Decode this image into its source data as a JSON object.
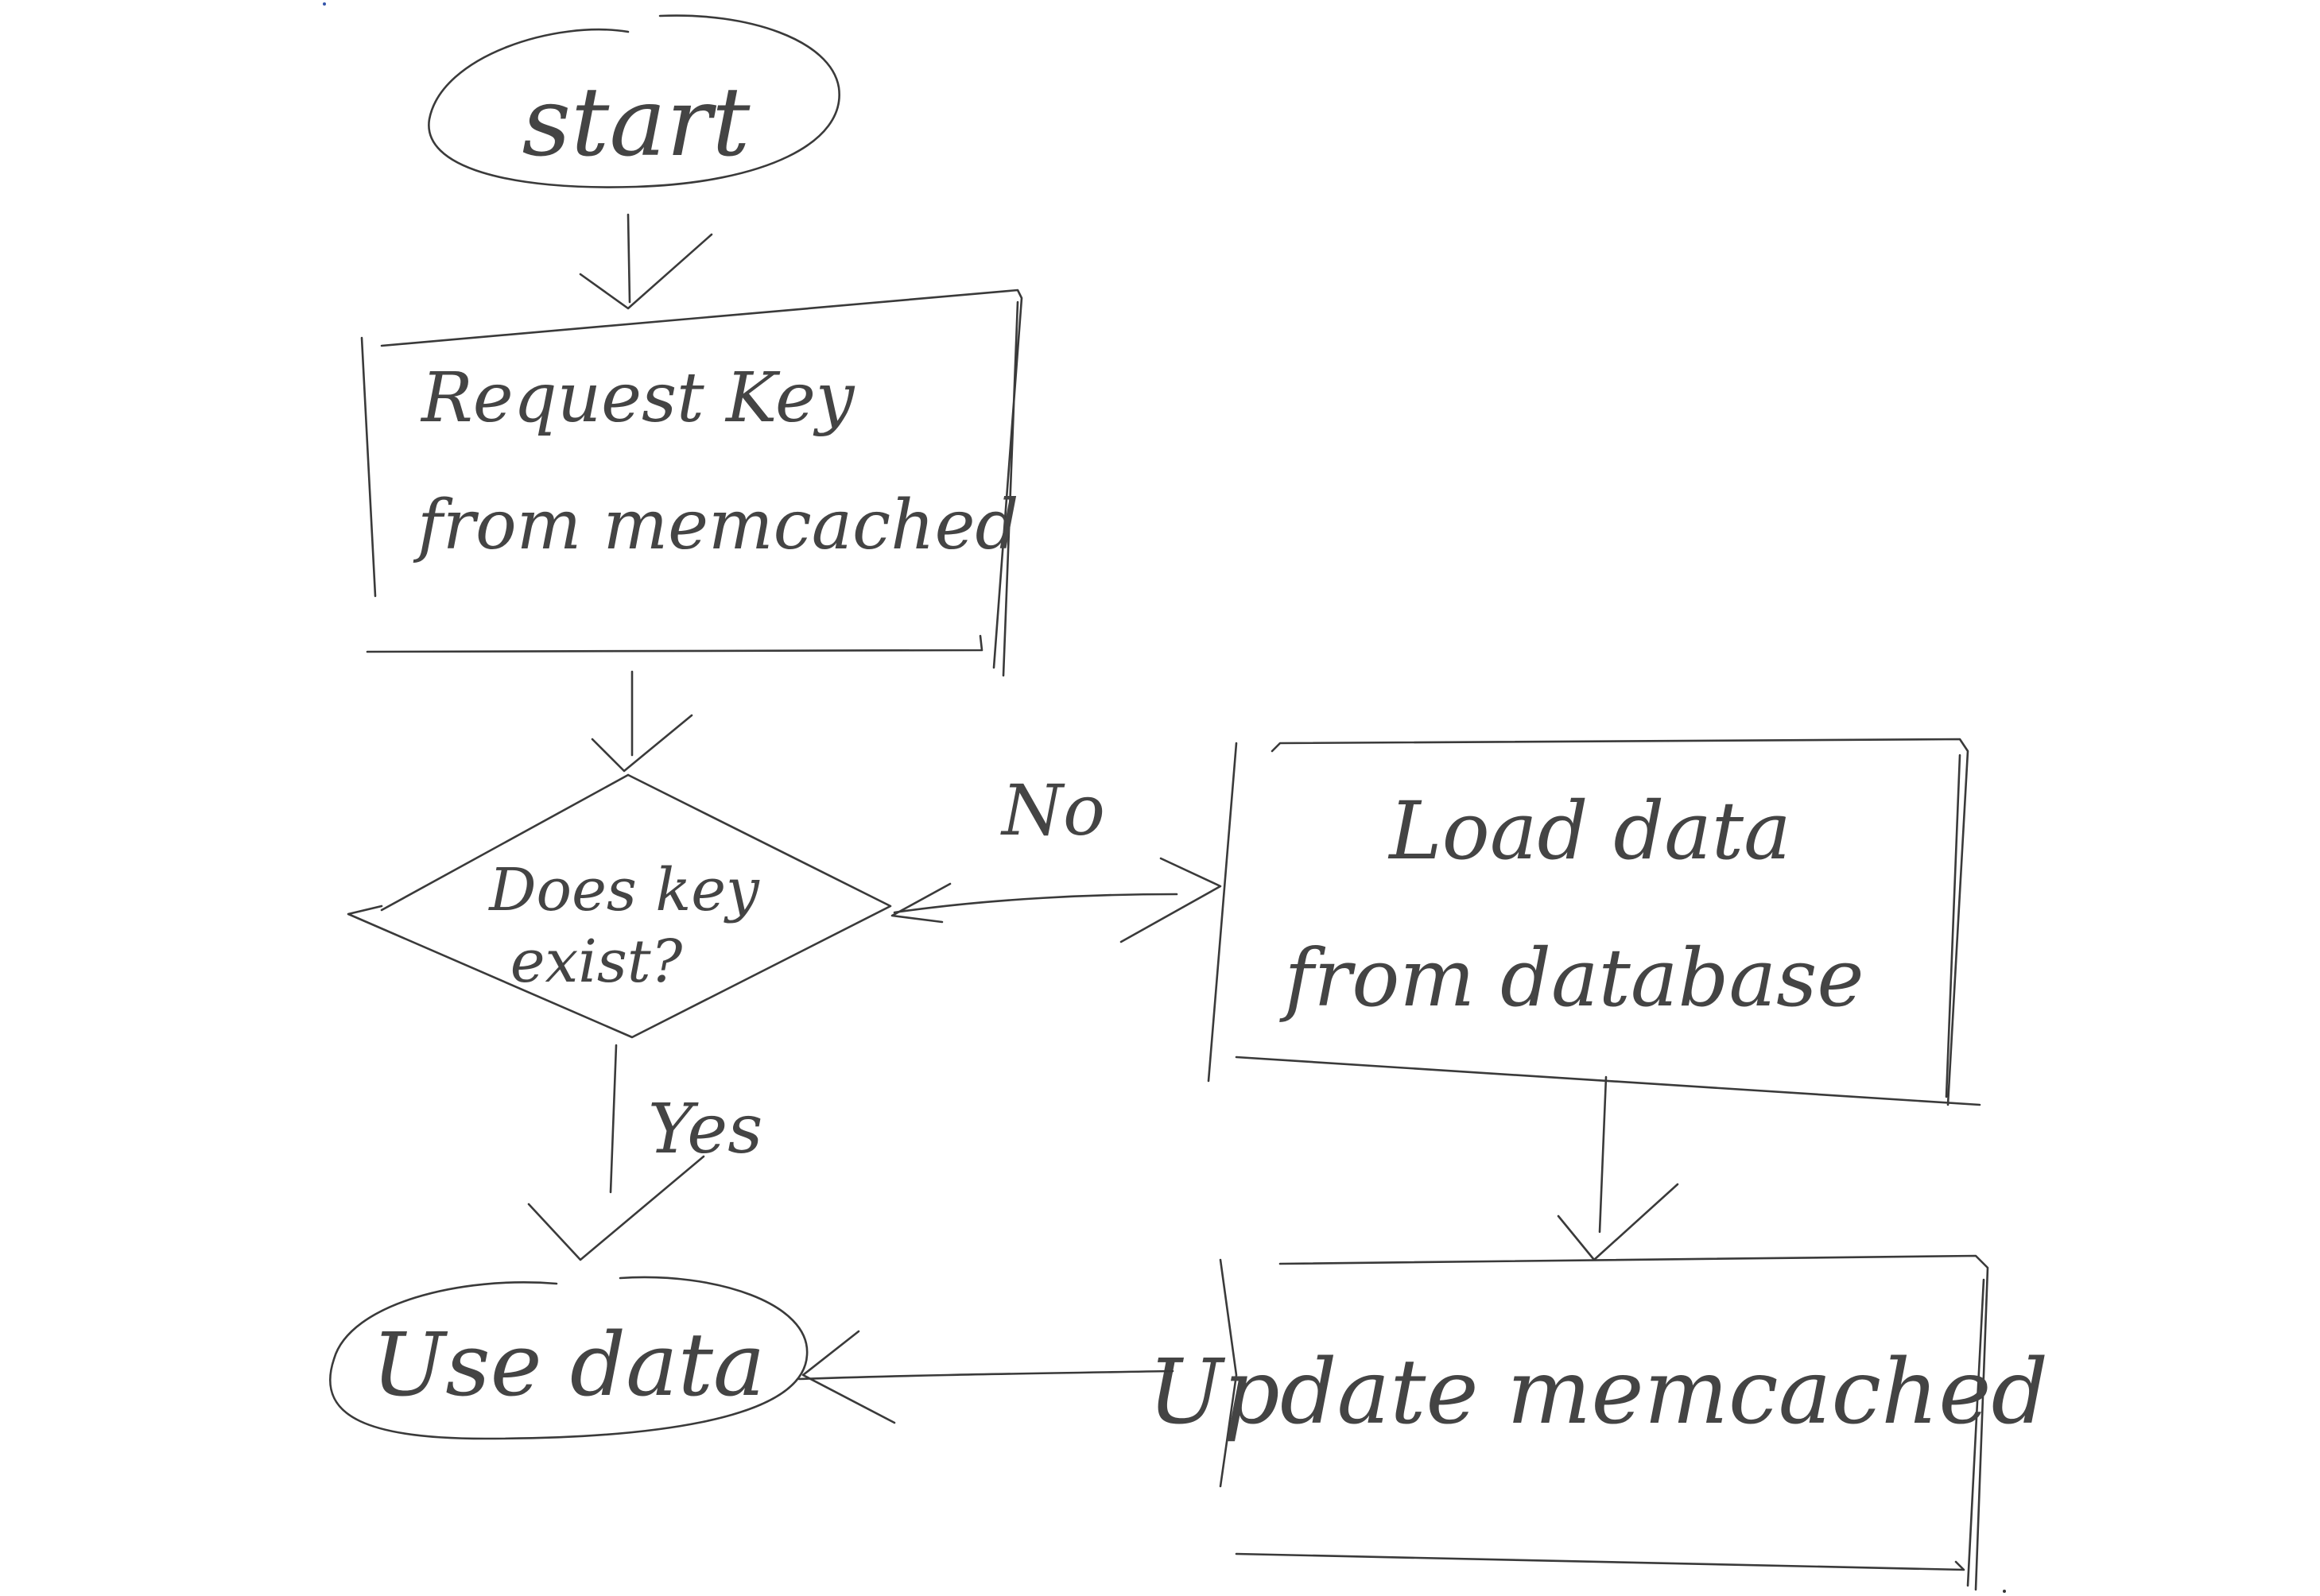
{
  "diagram": {
    "nodes": {
      "start": {
        "label": "start",
        "shape": "ellipse"
      },
      "request_key": {
        "line1": "Request Key",
        "line2": "from memcached",
        "shape": "rectangle"
      },
      "decision": {
        "line1": "Does key",
        "line2": "exist?",
        "shape": "diamond"
      },
      "load_data": {
        "line1": "Load data",
        "line2": "from database",
        "shape": "rectangle"
      },
      "update_memcached": {
        "label": "Update memcached",
        "shape": "rectangle"
      },
      "use_data": {
        "label": "Use data",
        "shape": "ellipse"
      }
    },
    "edges": {
      "no_label": "No",
      "yes_label": "Yes"
    },
    "style": {
      "ink_color": "#3a3a3a",
      "background": "#ffffff",
      "hand_drawn": true
    }
  }
}
